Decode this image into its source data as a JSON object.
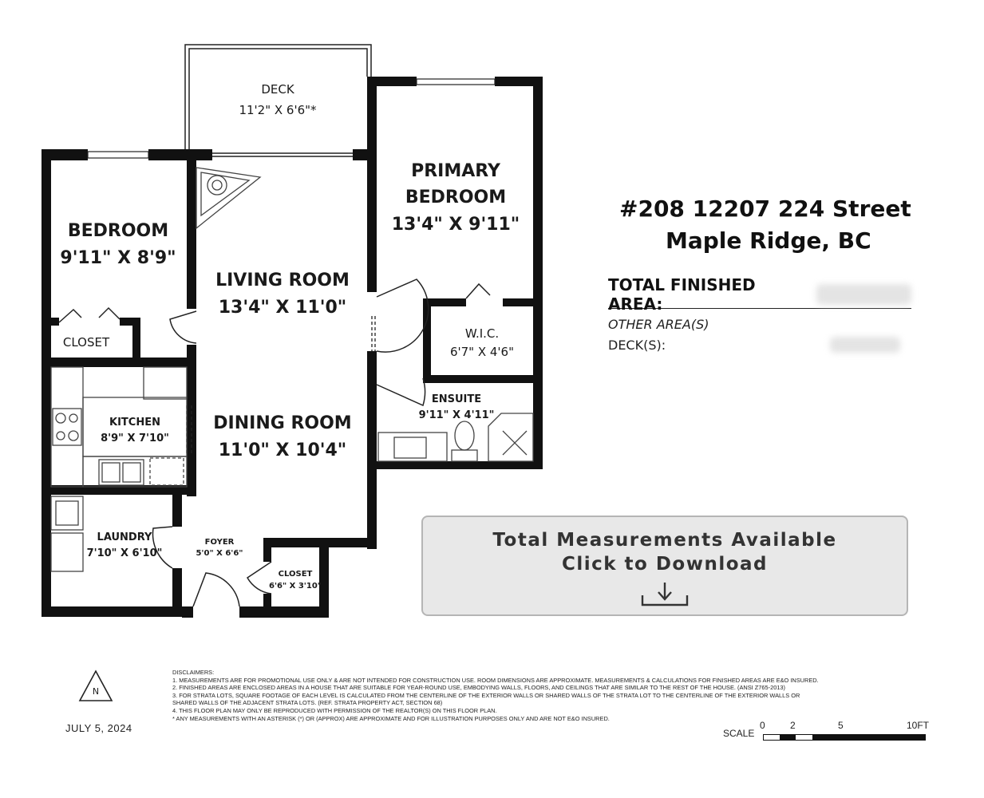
{
  "rooms": {
    "deck": {
      "name": "DECK",
      "dims": "11'2\" X 6'6\"*"
    },
    "bedroom": {
      "name": "BEDROOM",
      "dims": "9'11\" X 8'9\""
    },
    "primary_bedroom": {
      "name_line1": "PRIMARY",
      "name_line2": "BEDROOM",
      "dims": "13'4\" X 9'11\""
    },
    "living_room": {
      "name": "LIVING ROOM",
      "dims": "13'4\" X 11'0\""
    },
    "closet": {
      "name": "CLOSET"
    },
    "wic": {
      "name": "W.I.C.",
      "dims": "6'7\" X 4'6\""
    },
    "ensuite": {
      "name": "ENSUITE",
      "dims": "9'11\" X 4'11\""
    },
    "kitchen": {
      "name": "KITCHEN",
      "dims": "8'9\" X 7'10\""
    },
    "dining_room": {
      "name": "DINING ROOM",
      "dims": "11'0\" X 10'4\""
    },
    "laundry": {
      "name": "LAUNDRY",
      "dims": "7'10\" X 6'10\""
    },
    "foyer": {
      "name": "FOYER",
      "dims": "5'0\" X 6'6\""
    },
    "closet2": {
      "name": "CLOSET",
      "dims": "6'6\" X 3'10\""
    }
  },
  "info": {
    "address_line1": "#208 12207 224 Street",
    "address_line2": "Maple Ridge, BC",
    "total_finished_area_label": "TOTAL FINISHED AREA:",
    "other_areas_label": "OTHER AREA(S)",
    "decks_label": "DECK(S):"
  },
  "download": {
    "line1": "Total Measurements Available",
    "line2": "Click to Download",
    "icon": "download-icon"
  },
  "compass": {
    "label": "N"
  },
  "date": "JULY 5, 2024",
  "disclaimers": [
    "DISCLAIMERS:",
    "1. MEASUREMENTS ARE FOR PROMOTIONAL USE ONLY & ARE NOT INTENDED FOR CONSTRUCTION USE. ROOM DIMENSIONS ARE APPROXIMATE. MEASUREMENTS & CALCULATIONS FOR FINISHED AREAS ARE E&O INSURED.",
    "2. FINISHED AREAS ARE ENCLOSED AREAS IN A HOUSE THAT ARE SUITABLE FOR YEAR-ROUND USE, EMBODYING WALLS, FLOORS, AND CEILINGS THAT ARE SIMILAR TO THE REST OF THE HOUSE. (ANSI Z765-2013)",
    "3. FOR STRATA LOTS, SQUARE FOOTAGE OF EACH LEVEL IS CALCULATED FROM THE CENTERLINE OF THE EXTERIOR WALLS OR SHARED WALLS OF THE STRATA LOT TO THE CENTERLINE OF THE EXTERIOR WALLS OR",
    "SHARED WALLS OF THE ADJACENT STRATA LOTS. (REF. STRATA PROPERTY ACT, SECTION 68)",
    "4. THIS FLOOR PLAN MAY ONLY BE REPRODUCED WITH PERMISSION OF THE REALTOR(S) ON THIS FLOOR PLAN.",
    "* ANY MEASUREMENTS WITH AN ASTERISK (*) OR (APPROX) ARE APPROXIMATE AND FOR ILLUSTRATION PURPOSES ONLY AND ARE NOT E&O INSURED."
  ],
  "scale": {
    "label": "SCALE",
    "ticks": [
      "0",
      "2",
      "5",
      "10FT"
    ]
  }
}
